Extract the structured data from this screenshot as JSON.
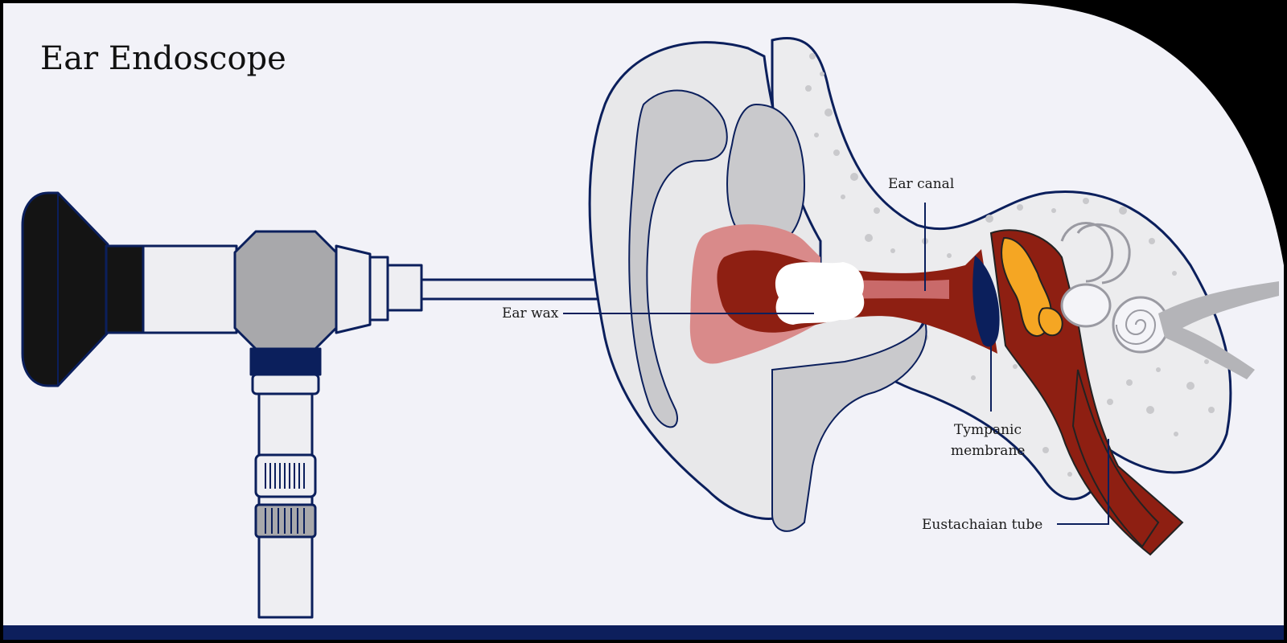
{
  "title": "Ear Endoscope",
  "labels": {
    "ear_wax": "Ear wax",
    "ear_canal": "Ear canal",
    "tympanic_line1": "Tympanic",
    "tympanic_line2": "membrane",
    "eustachian_tube": "Eustachaian tube"
  },
  "colors": {
    "background": "#f2f2f8",
    "frame": "#000000",
    "navy": "#0b1f5c",
    "bottom_bar": "#0d1f5c",
    "skin": "#e8e8ea",
    "cartilage_grey": "#c9c9cc",
    "bone": "#ececee",
    "canal_red": "#8e1f12",
    "canal_pink": "#d98a8a",
    "ossicles_orange": "#f5a623",
    "scope_black": "#141414",
    "scope_grey": "#a8a8ab",
    "scope_light": "#eeeef2"
  }
}
